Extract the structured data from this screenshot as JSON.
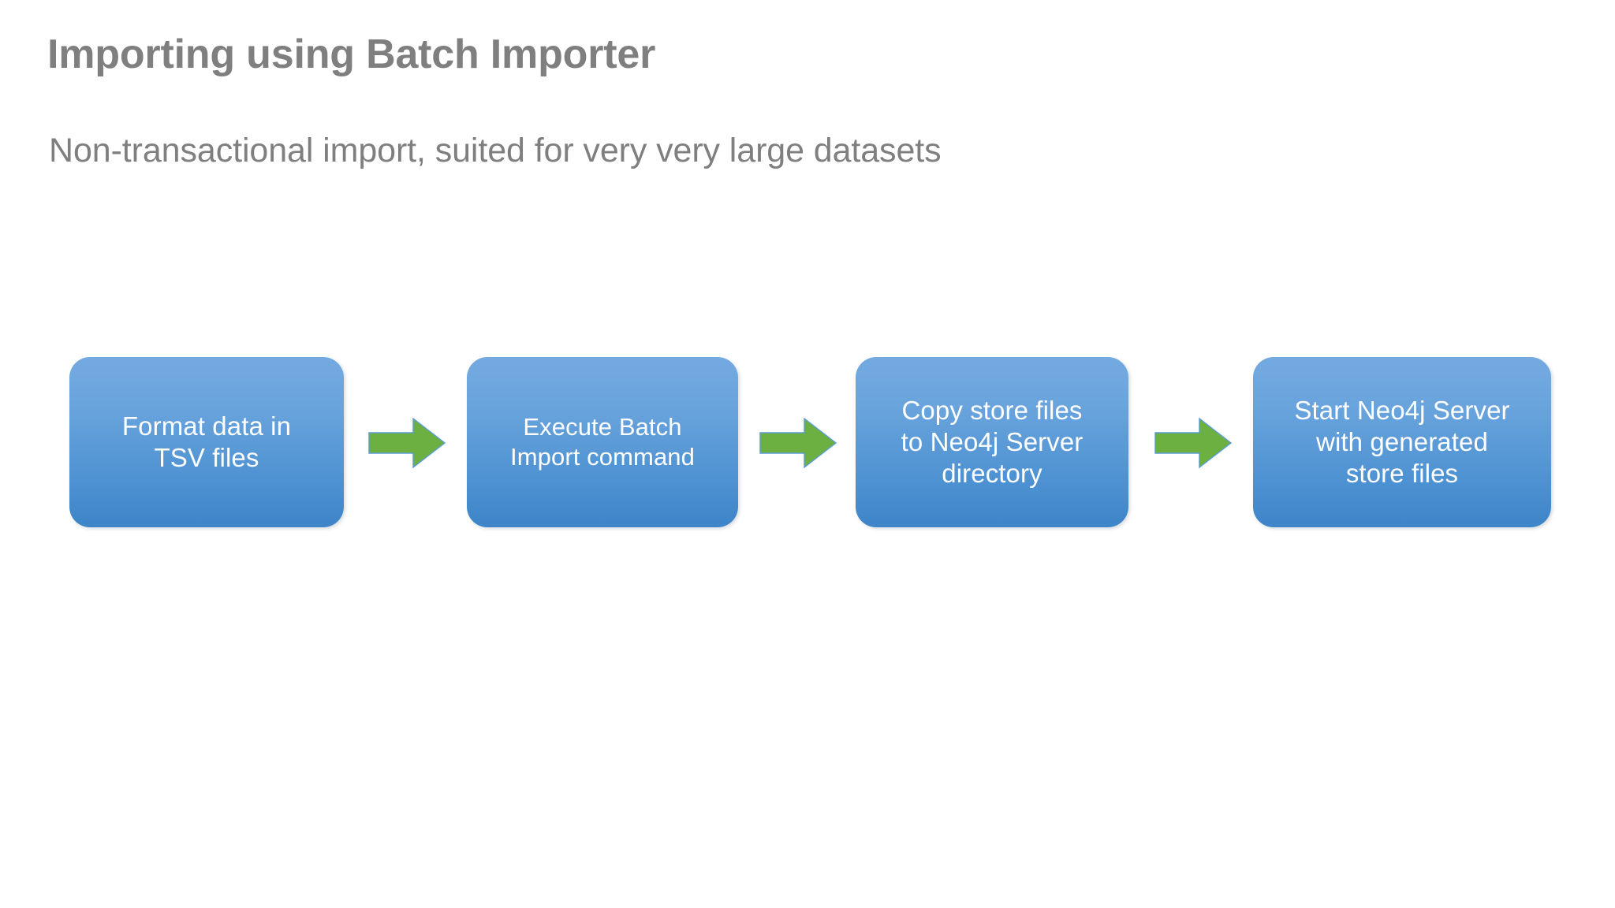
{
  "slide": {
    "title": "Importing using Batch Importer",
    "subtitle": "Non-transactional import, suited for very very large datasets",
    "title_color": "#7f7f7f",
    "background_color": "#ffffff"
  },
  "diagram": {
    "type": "process-flow",
    "box_fill_top": "#73aae0",
    "box_fill_bottom": "#3d85c8",
    "box_text_color": "#ffffff",
    "arrow_color": "#6cb042",
    "arrow_outline_color": "#5b9bd5",
    "steps": [
      {
        "index": 1,
        "label": "Format data in\nTSV files"
      },
      {
        "index": 2,
        "label": "Execute Batch\nImport command"
      },
      {
        "index": 3,
        "label": "Copy store files\nto Neo4j Server\ndirectory"
      },
      {
        "index": 4,
        "label": "Start Neo4j Server\nwith generated\nstore files"
      }
    ],
    "connectors": [
      {
        "from": 1,
        "to": 2,
        "icon": "right-arrow-icon"
      },
      {
        "from": 2,
        "to": 3,
        "icon": "right-arrow-icon"
      },
      {
        "from": 3,
        "to": 4,
        "icon": "right-arrow-icon"
      }
    ]
  }
}
